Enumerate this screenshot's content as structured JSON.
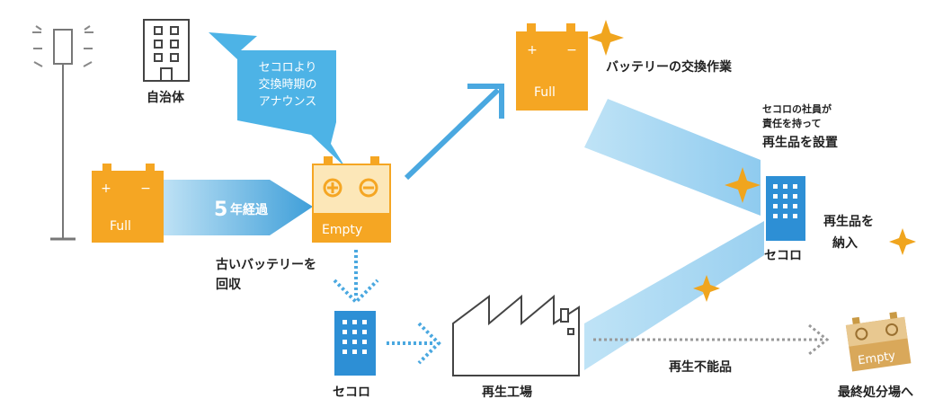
{
  "callout": {
    "line1": "セコロより",
    "line2": "交換時期の",
    "line3": "アナウンス"
  },
  "labels": {
    "municipality": "自治体",
    "battery_full": "Full",
    "battery_empty": "Empty",
    "years_num": "5",
    "years_label": "年経過",
    "collect_line1": "古いバッテリーを",
    "collect_line2": "回収",
    "exchange": "バッテリーの交換作業",
    "staff_line1": "セコロの社員が",
    "staff_line2": "責任を持って",
    "staff_line3": "再生品を設置",
    "deliver_line1": "再生品を",
    "deliver_line2": "納入",
    "secoro": "セコロ",
    "factory": "再生工場",
    "unrecyclable": "再生不能品",
    "disposal": "最終処分場へ"
  },
  "colors": {
    "battery": "#f5a623",
    "company_blue": "#2d8fd5",
    "flow_light": "#bfe2f5",
    "callout_blue": "#4db3e6",
    "sparkle": "#f0a51e"
  }
}
